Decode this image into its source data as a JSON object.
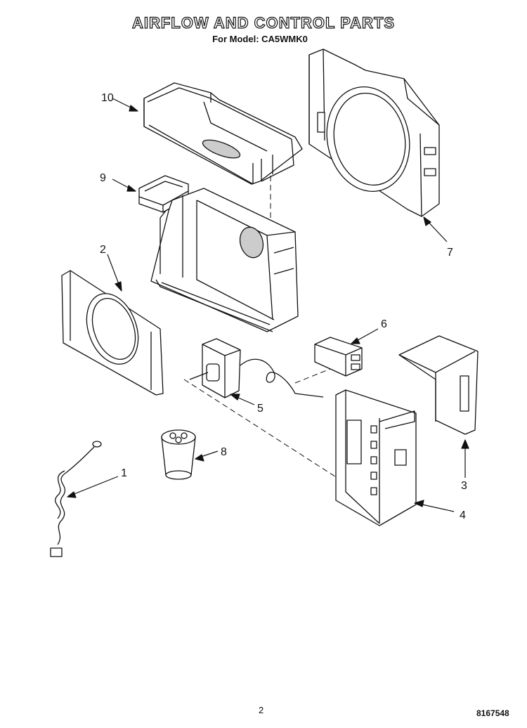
{
  "header": {
    "title": "AIRFLOW AND CONTROL PARTS",
    "subtitle": "For Model: CA5WMK0"
  },
  "callouts": [
    {
      "id": "1",
      "label": "1"
    },
    {
      "id": "2",
      "label": "2"
    },
    {
      "id": "3",
      "label": "3"
    },
    {
      "id": "4",
      "label": "4"
    },
    {
      "id": "5",
      "label": "5"
    },
    {
      "id": "6",
      "label": "6"
    },
    {
      "id": "7",
      "label": "7"
    },
    {
      "id": "8",
      "label": "8"
    },
    {
      "id": "9",
      "label": "9"
    },
    {
      "id": "10",
      "label": "10"
    }
  ],
  "footer": {
    "page_number": "2",
    "doc_code": "8167548"
  }
}
